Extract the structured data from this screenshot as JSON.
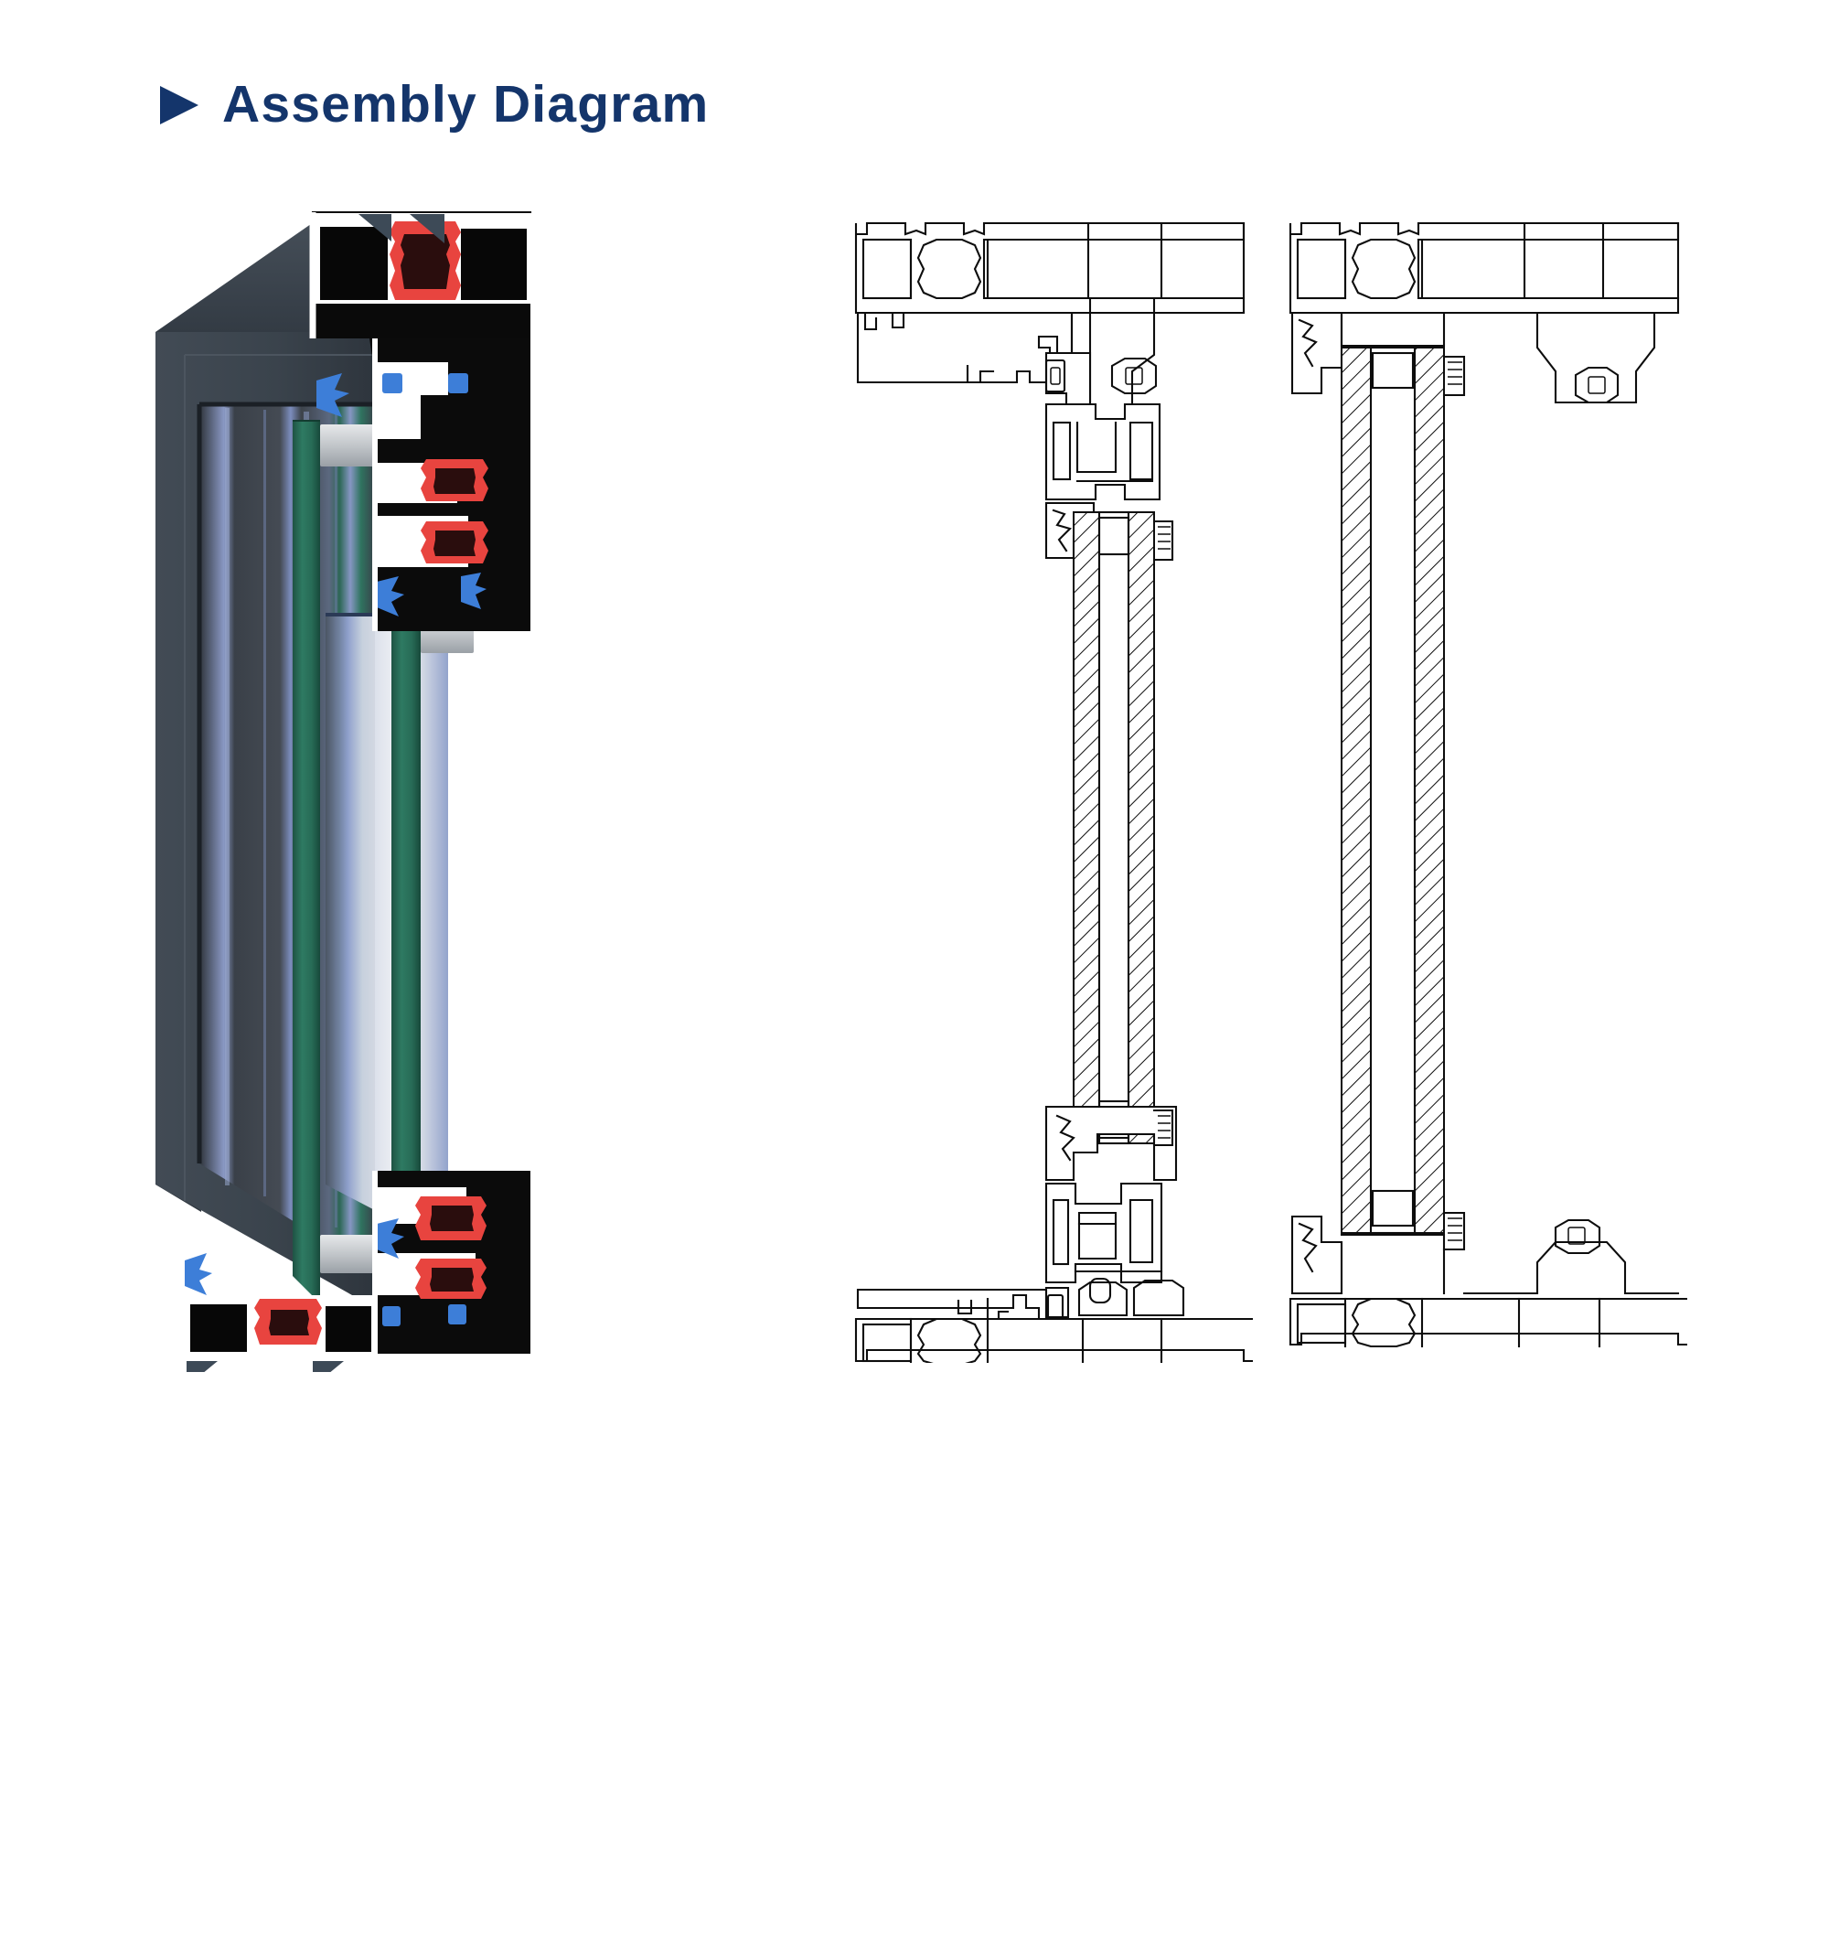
{
  "header": {
    "marker_icon": "play-triangle-icon",
    "title": "Assembly Diagram"
  },
  "figure": {
    "caption_visible": false,
    "panels": [
      {
        "id": "render-3d",
        "name": "exploded-3d-corner-render",
        "description": "3D cutaway render of a thermally-broken aluminium window corner with glazing",
        "components": [
          {
            "label": "aluminium-frame",
            "color": "#3d4650"
          },
          {
            "label": "frame-shadow-face",
            "color": "#2a3138"
          },
          {
            "label": "profile-cut-section",
            "color": "#0a0a0a"
          },
          {
            "label": "thermal-break-gasket",
            "color": "#e8443f"
          },
          {
            "label": "sealing-gasket",
            "color": "#3d7ed8"
          },
          {
            "label": "insulating-glass-edge",
            "color": "#2e6e5a"
          },
          {
            "label": "glass-pane",
            "color": "#7d8fc4"
          },
          {
            "label": "warm-edge-spacer",
            "color": "#c9cdd2"
          }
        ]
      },
      {
        "id": "section-a",
        "name": "vertical-section-operable-sash",
        "description": "Vertical cross-section through head, operable sash and sill"
      },
      {
        "id": "section-b",
        "name": "vertical-section-fixed-light",
        "description": "Vertical cross-section through head, fixed glazing and sill"
      }
    ]
  },
  "colors": {
    "brand_navy": "#14356b",
    "page_background": "#ffffff",
    "line_art_stroke": "#0d0d0d",
    "gasket_red": "#e8443f",
    "gasket_blue": "#3d7ed8",
    "glass_green": "#2e6e5a",
    "frame_gray": "#3d4650"
  }
}
